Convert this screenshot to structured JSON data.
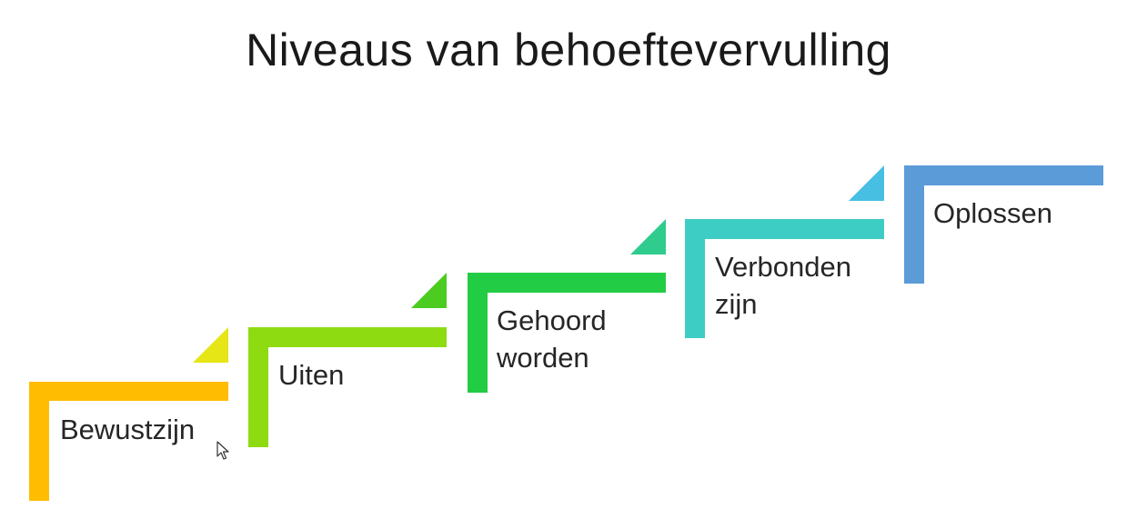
{
  "title": "Niveaus van behoeftevervulling",
  "steps": [
    {
      "label": "Bewustzijn",
      "color": "#FFBC00",
      "accent": "#E6E515"
    },
    {
      "label": "Uiten",
      "color": "#8EDB12",
      "accent": "#4CCC21"
    },
    {
      "label": "Gehoord\nworden",
      "color": "#22CC44",
      "accent": "#2FCC8E"
    },
    {
      "label": "Verbonden\nzijn",
      "color": "#3ECDC4",
      "accent": "#47BFE2"
    },
    {
      "label": "Oplossen",
      "color": "#5B9BD8",
      "accent": null
    }
  ],
  "icons": {
    "cursor": "mouse-pointer-icon"
  }
}
